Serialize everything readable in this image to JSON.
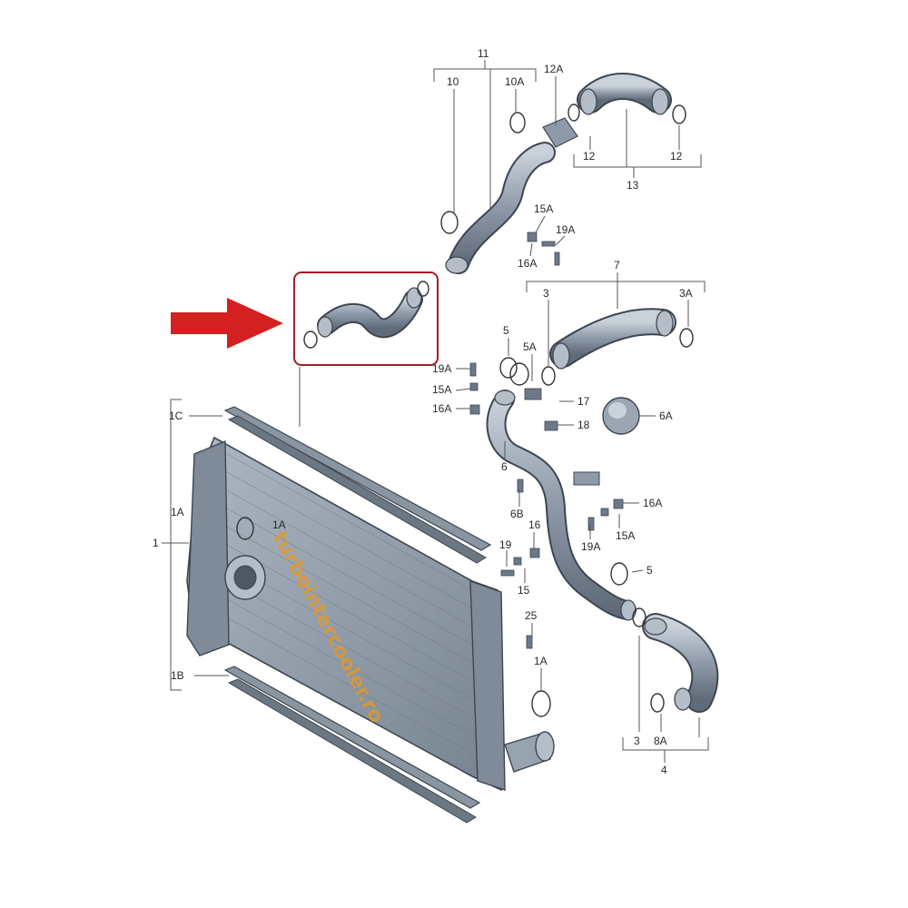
{
  "watermark": "turbointercooler.ro",
  "colors": {
    "highlight_frame": "#a61d24",
    "arrow": "#d42020",
    "part_fill": "#9aa6b4",
    "part_dark": "#4c5866",
    "watermark": "#e3982a"
  },
  "labels": {
    "l11": "11",
    "l10": "10",
    "l10A": "10A",
    "l12A": "12A",
    "l12_left": "12",
    "l12_right": "12",
    "l13": "13",
    "l15A_top": "15A",
    "l19A_top": "19A",
    "l16A_top": "16A",
    "l7": "7",
    "l3_top": "3",
    "l3A": "3A",
    "l5_top": "5",
    "l5A": "5A",
    "l19A_mid": "19A",
    "l15A_mid": "15A",
    "l16A_mid": "16A",
    "l17": "17",
    "l18": "18",
    "l6A": "6A",
    "l6": "6",
    "l6B": "6B",
    "l16A_right": "16A",
    "l16": "16",
    "l15A_right": "15A",
    "l19A_right": "19A",
    "l19": "19",
    "l15": "15",
    "l5_right": "5",
    "l25": "25",
    "l1A_bottom": "1A",
    "l3_bottom": "3",
    "l8A": "8A",
    "l4": "4",
    "l1C": "1C",
    "l1A_left": "1A",
    "l1": "1",
    "l1B": "1B",
    "l1A_radiator": "1A"
  }
}
